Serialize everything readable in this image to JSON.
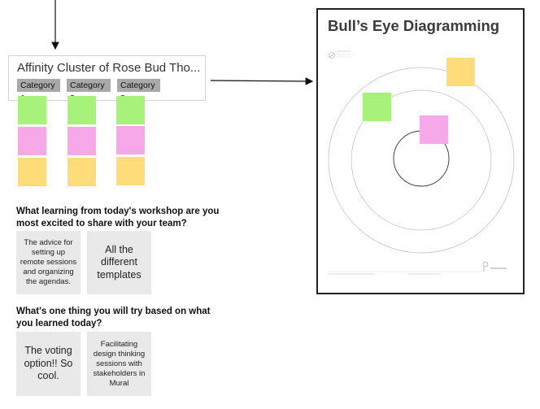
{
  "cluster": {
    "title": "Affinity Cluster of Rose Bud Tho...",
    "categories": [
      "Category 1",
      "Category 2",
      "Category 3"
    ]
  },
  "questions": [
    {
      "text": "What learning from today's workshop are you most excited to share with your team?",
      "notes": [
        "The advice for setting up remote sessions and organizing the agendas.",
        "All the different templates"
      ]
    },
    {
      "text": "What's one thing you will try based on what you learned today?",
      "notes": [
        "The voting option!! So cool.",
        "Facilitating design thinking sessions with stakeholders in Mural"
      ]
    }
  ],
  "board": {
    "title": "Bull’s Eye Diagramming"
  },
  "colors": {
    "green": "#a6f27a",
    "pink": "#f6a8e8",
    "yellow": "#ffdc7a",
    "note": "#e9e9e9"
  }
}
